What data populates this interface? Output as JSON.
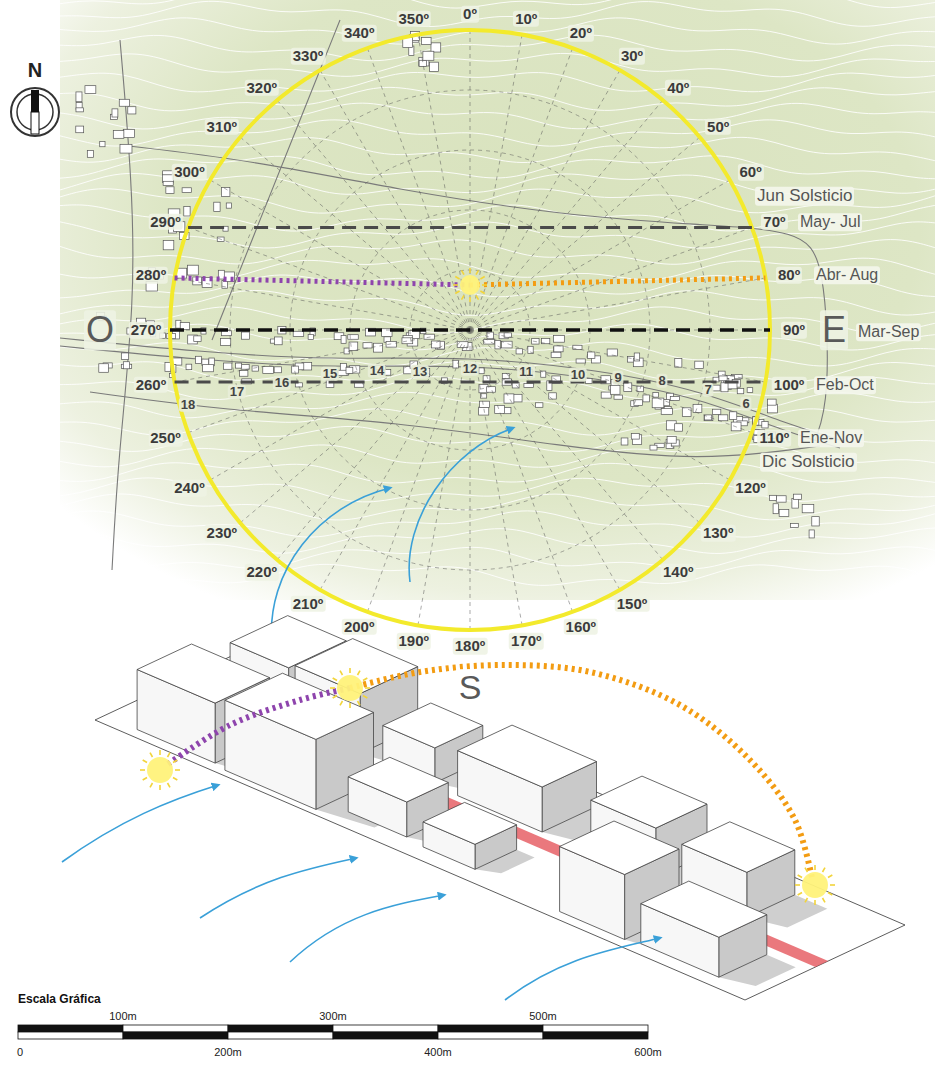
{
  "diagram": {
    "labels": [
      "0º",
      "10º",
      "20º",
      "30º",
      "40º",
      "50º",
      "60º",
      "70º",
      "80º",
      "90º",
      "100º",
      "110º",
      "120º",
      "130º",
      "140º",
      "150º",
      "160º",
      "170º",
      "180º",
      "190º",
      "200º",
      "210º",
      "220º",
      "230º",
      "240º",
      "250º",
      "260º",
      "270º",
      "280º",
      "290º",
      "300º",
      "310º",
      "320º",
      "330º",
      "340º",
      "350º",
      "N",
      "O",
      "E",
      "S",
      "Jun Solsticio",
      "May- Jul",
      "Abr- Aug",
      "Mar-Sep",
      "Feb-Oct",
      "Ene-Nov",
      "Dic Solsticio",
      "18",
      "17",
      "16",
      "15",
      "14",
      "13",
      "12",
      "11",
      "10",
      "9",
      "8",
      "7",
      "6",
      "Escala Gráfica",
      "100m",
      "300m",
      "500m",
      "0",
      "200m",
      "400m",
      "600m"
    ]
  }
}
